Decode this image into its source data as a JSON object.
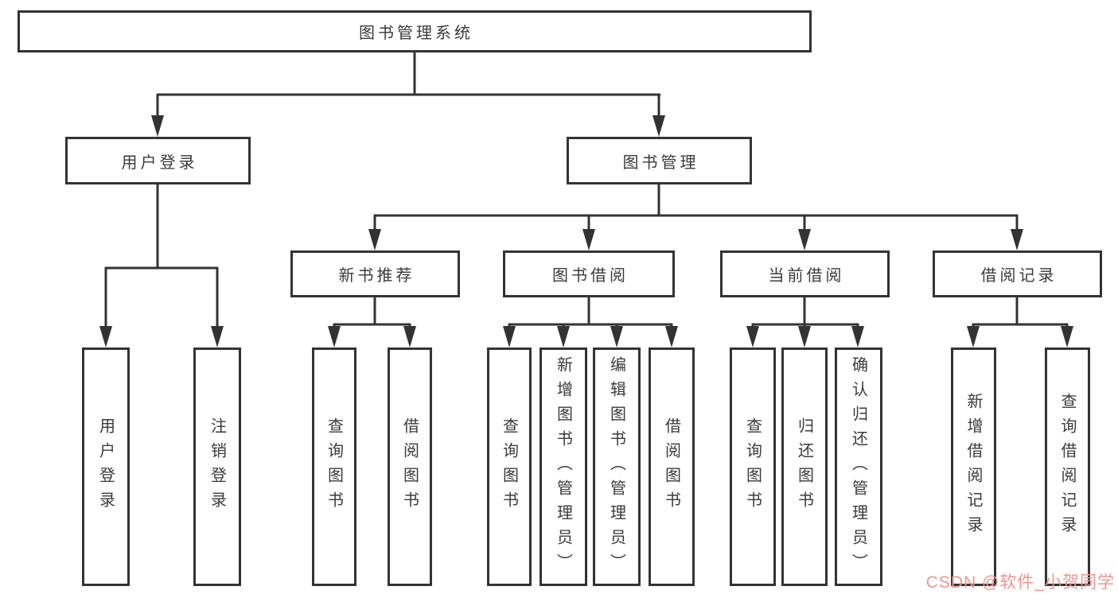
{
  "tree": {
    "root": {
      "label": "图书管理系统"
    },
    "branches": [
      {
        "label": "用户登录",
        "children": [
          {
            "label": "用户登录"
          },
          {
            "label": "注销登录"
          }
        ]
      },
      {
        "label": "图书管理",
        "sections": [
          {
            "label": "新书推荐",
            "children": [
              {
                "label": "查询图书"
              },
              {
                "label": "借阅图书"
              }
            ]
          },
          {
            "label": "图书借阅",
            "children": [
              {
                "label": "查询图书"
              },
              {
                "label": "新增图书（管理员）"
              },
              {
                "label": "编辑图书（管理员）"
              },
              {
                "label": "借阅图书"
              }
            ]
          },
          {
            "label": "当前借阅",
            "children": [
              {
                "label": "查询图书"
              },
              {
                "label": "归还图书"
              },
              {
                "label": "确认归还（管理员）"
              }
            ]
          },
          {
            "label": "借阅记录",
            "children": [
              {
                "label": "新增借阅记录"
              },
              {
                "label": "查询借阅记录"
              }
            ]
          }
        ]
      }
    ]
  },
  "watermark": {
    "text": "CSDN @软件_小贺同学"
  },
  "colors": {
    "line": "#333333",
    "text": "#3a3a3a",
    "watermark": "#f0948f",
    "background": "#ffffff"
  }
}
